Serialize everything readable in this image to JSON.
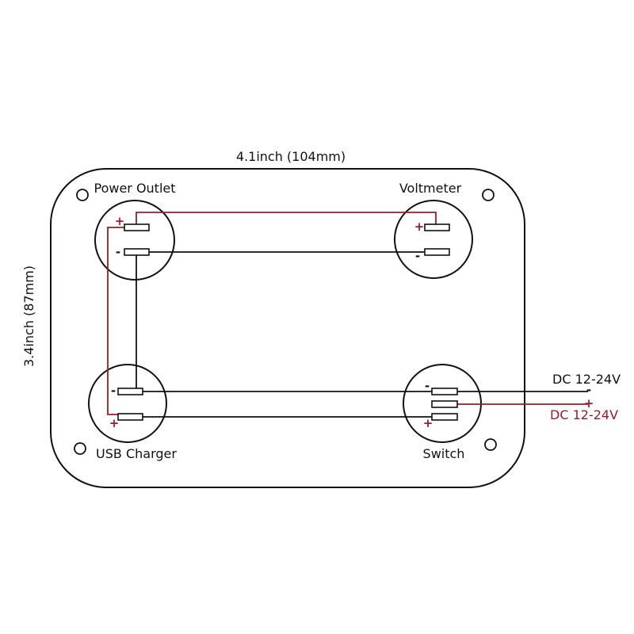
{
  "dimensions": {
    "width_label": "4.1inch (104mm)",
    "height_label": "3.4inch (87mm)"
  },
  "components": {
    "power_outlet": {
      "label": "Power Outlet",
      "plus": "+",
      "minus": "-"
    },
    "voltmeter": {
      "label": "Voltmeter",
      "plus": "+",
      "minus": "-"
    },
    "usb_charger": {
      "label": "USB Charger",
      "plus": "+",
      "minus": "-"
    },
    "switch": {
      "label": "Switch",
      "plus": "+",
      "minus": "-"
    }
  },
  "supply": {
    "negative_label": "DC 12-24V",
    "negative_sign": "-",
    "positive_label": "DC 12-24V",
    "positive_sign": "+"
  },
  "colors": {
    "outline": "#111111",
    "positive_wire": "#9b1c26",
    "negative_wire": "#111111"
  }
}
